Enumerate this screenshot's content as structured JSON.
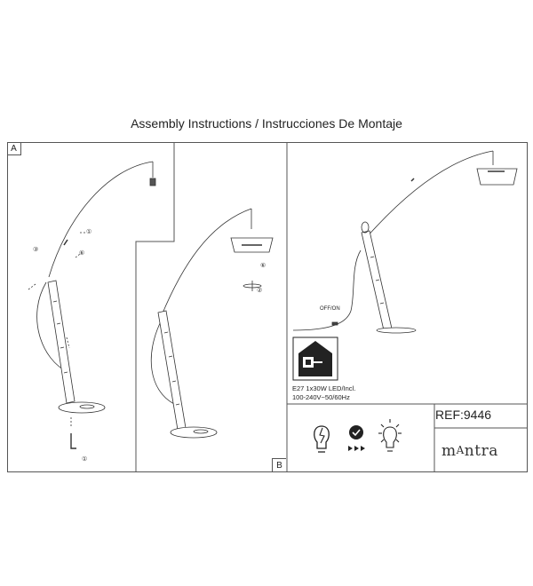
{
  "header": {
    "title": "Assembly Instructions / Instrucciones De Montaje"
  },
  "panels": {
    "a_label": "A",
    "b_label": "B"
  },
  "diagram": {
    "switch_label": "OFF/ON",
    "step_marks": {
      "one": "①",
      "two": "②",
      "three": "③",
      "six": "⑥"
    }
  },
  "spec": {
    "line1": "E27 1x30W LED/Incl.",
    "line2": "100-240V~50/60Hz"
  },
  "reference": {
    "code": "REF:9446"
  },
  "brand": {
    "pre": "m",
    "mid": "A",
    "post": "ntra"
  },
  "icons": [
    "house-class-ii-icon",
    "bulb-broken-icon",
    "check-fast-icon",
    "bulb-light-icon"
  ]
}
